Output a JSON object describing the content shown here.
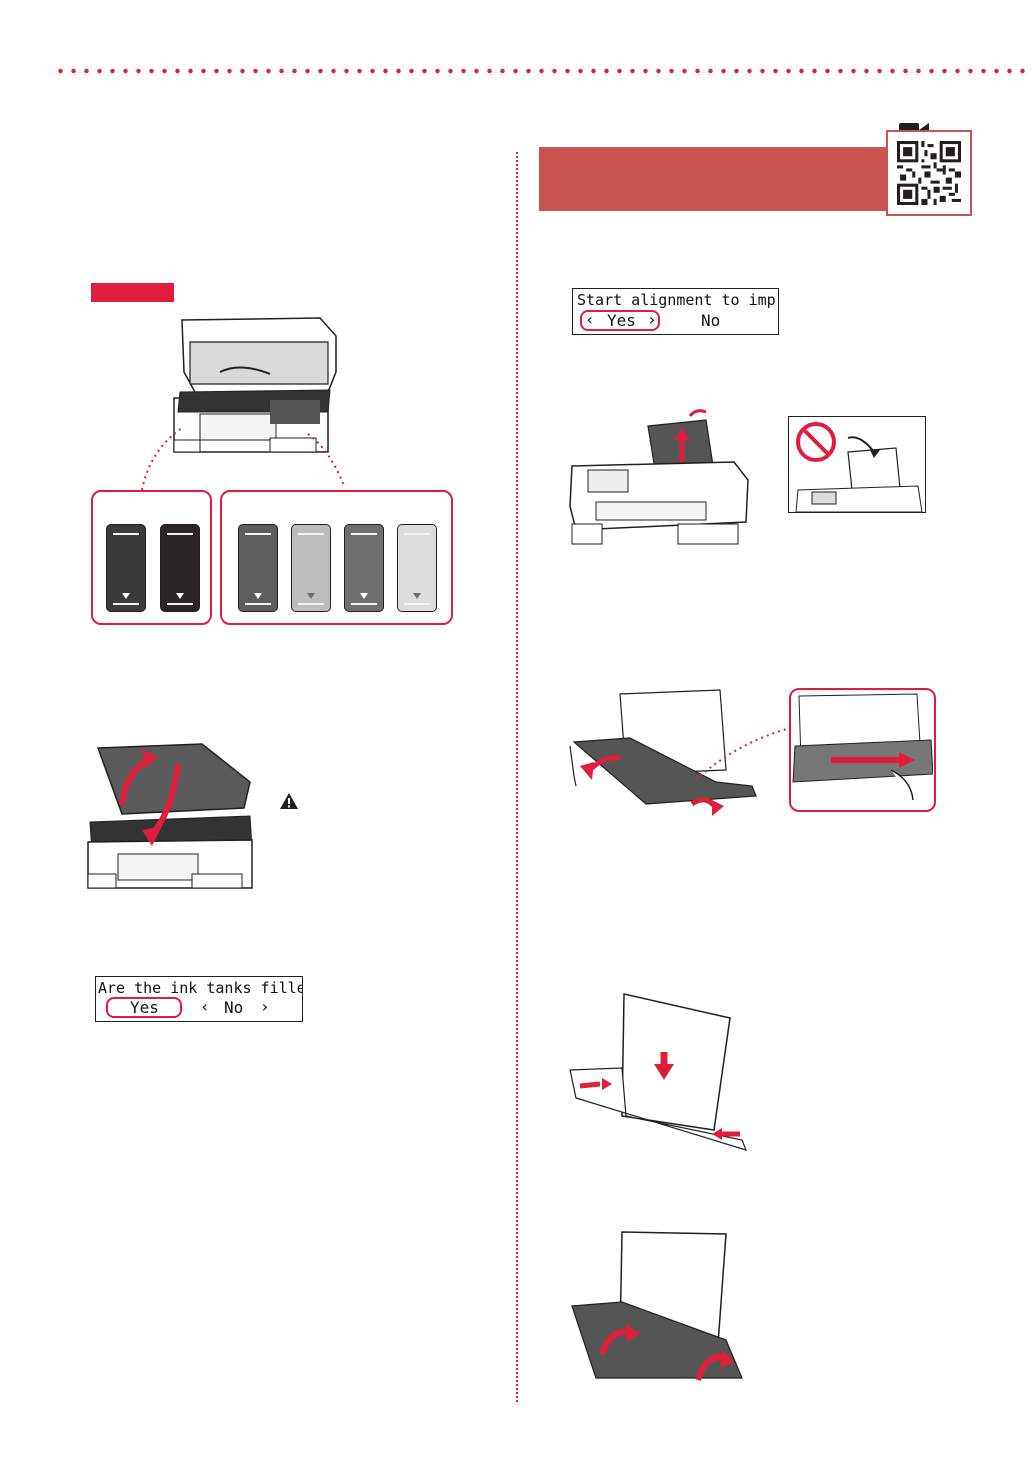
{
  "screen_alignment": {
    "line1": "Start alignment to impro",
    "left_arrow": "‹",
    "yes": "Yes",
    "right_arrow": "›",
    "no": "No"
  },
  "screen_ink_tanks": {
    "line1": "Are the ink tanks filled w",
    "yes": "Yes",
    "left_arrow": "‹",
    "no": "No",
    "right_arrow": "›"
  },
  "icons": {
    "video": "video-camera-icon",
    "caution": "warning-triangle-icon",
    "prohibited": "prohibited-icon"
  },
  "colors": {
    "accent_red": "#e01d3c",
    "section_bar": "#c8534f",
    "ink_dark": "#3a3a3a",
    "ink_black": "#2b2526",
    "ink_gray": "#5e5e5e",
    "ink_light": "#bdbdbd",
    "ink_mid": "#6f6f6f",
    "ink_pale": "#dcdcdc"
  },
  "ink_tanks": {
    "group_left": [
      {
        "color": "#3a3a3a",
        "hollow": false
      },
      {
        "color": "#2b2526",
        "hollow": false
      }
    ],
    "group_right": [
      {
        "color": "#5e5e5e",
        "hollow": false
      },
      {
        "color": "#bdbdbd",
        "hollow": true
      },
      {
        "color": "#6f6f6f",
        "hollow": false
      },
      {
        "color": "#dcdcdc",
        "hollow": true
      }
    ]
  }
}
